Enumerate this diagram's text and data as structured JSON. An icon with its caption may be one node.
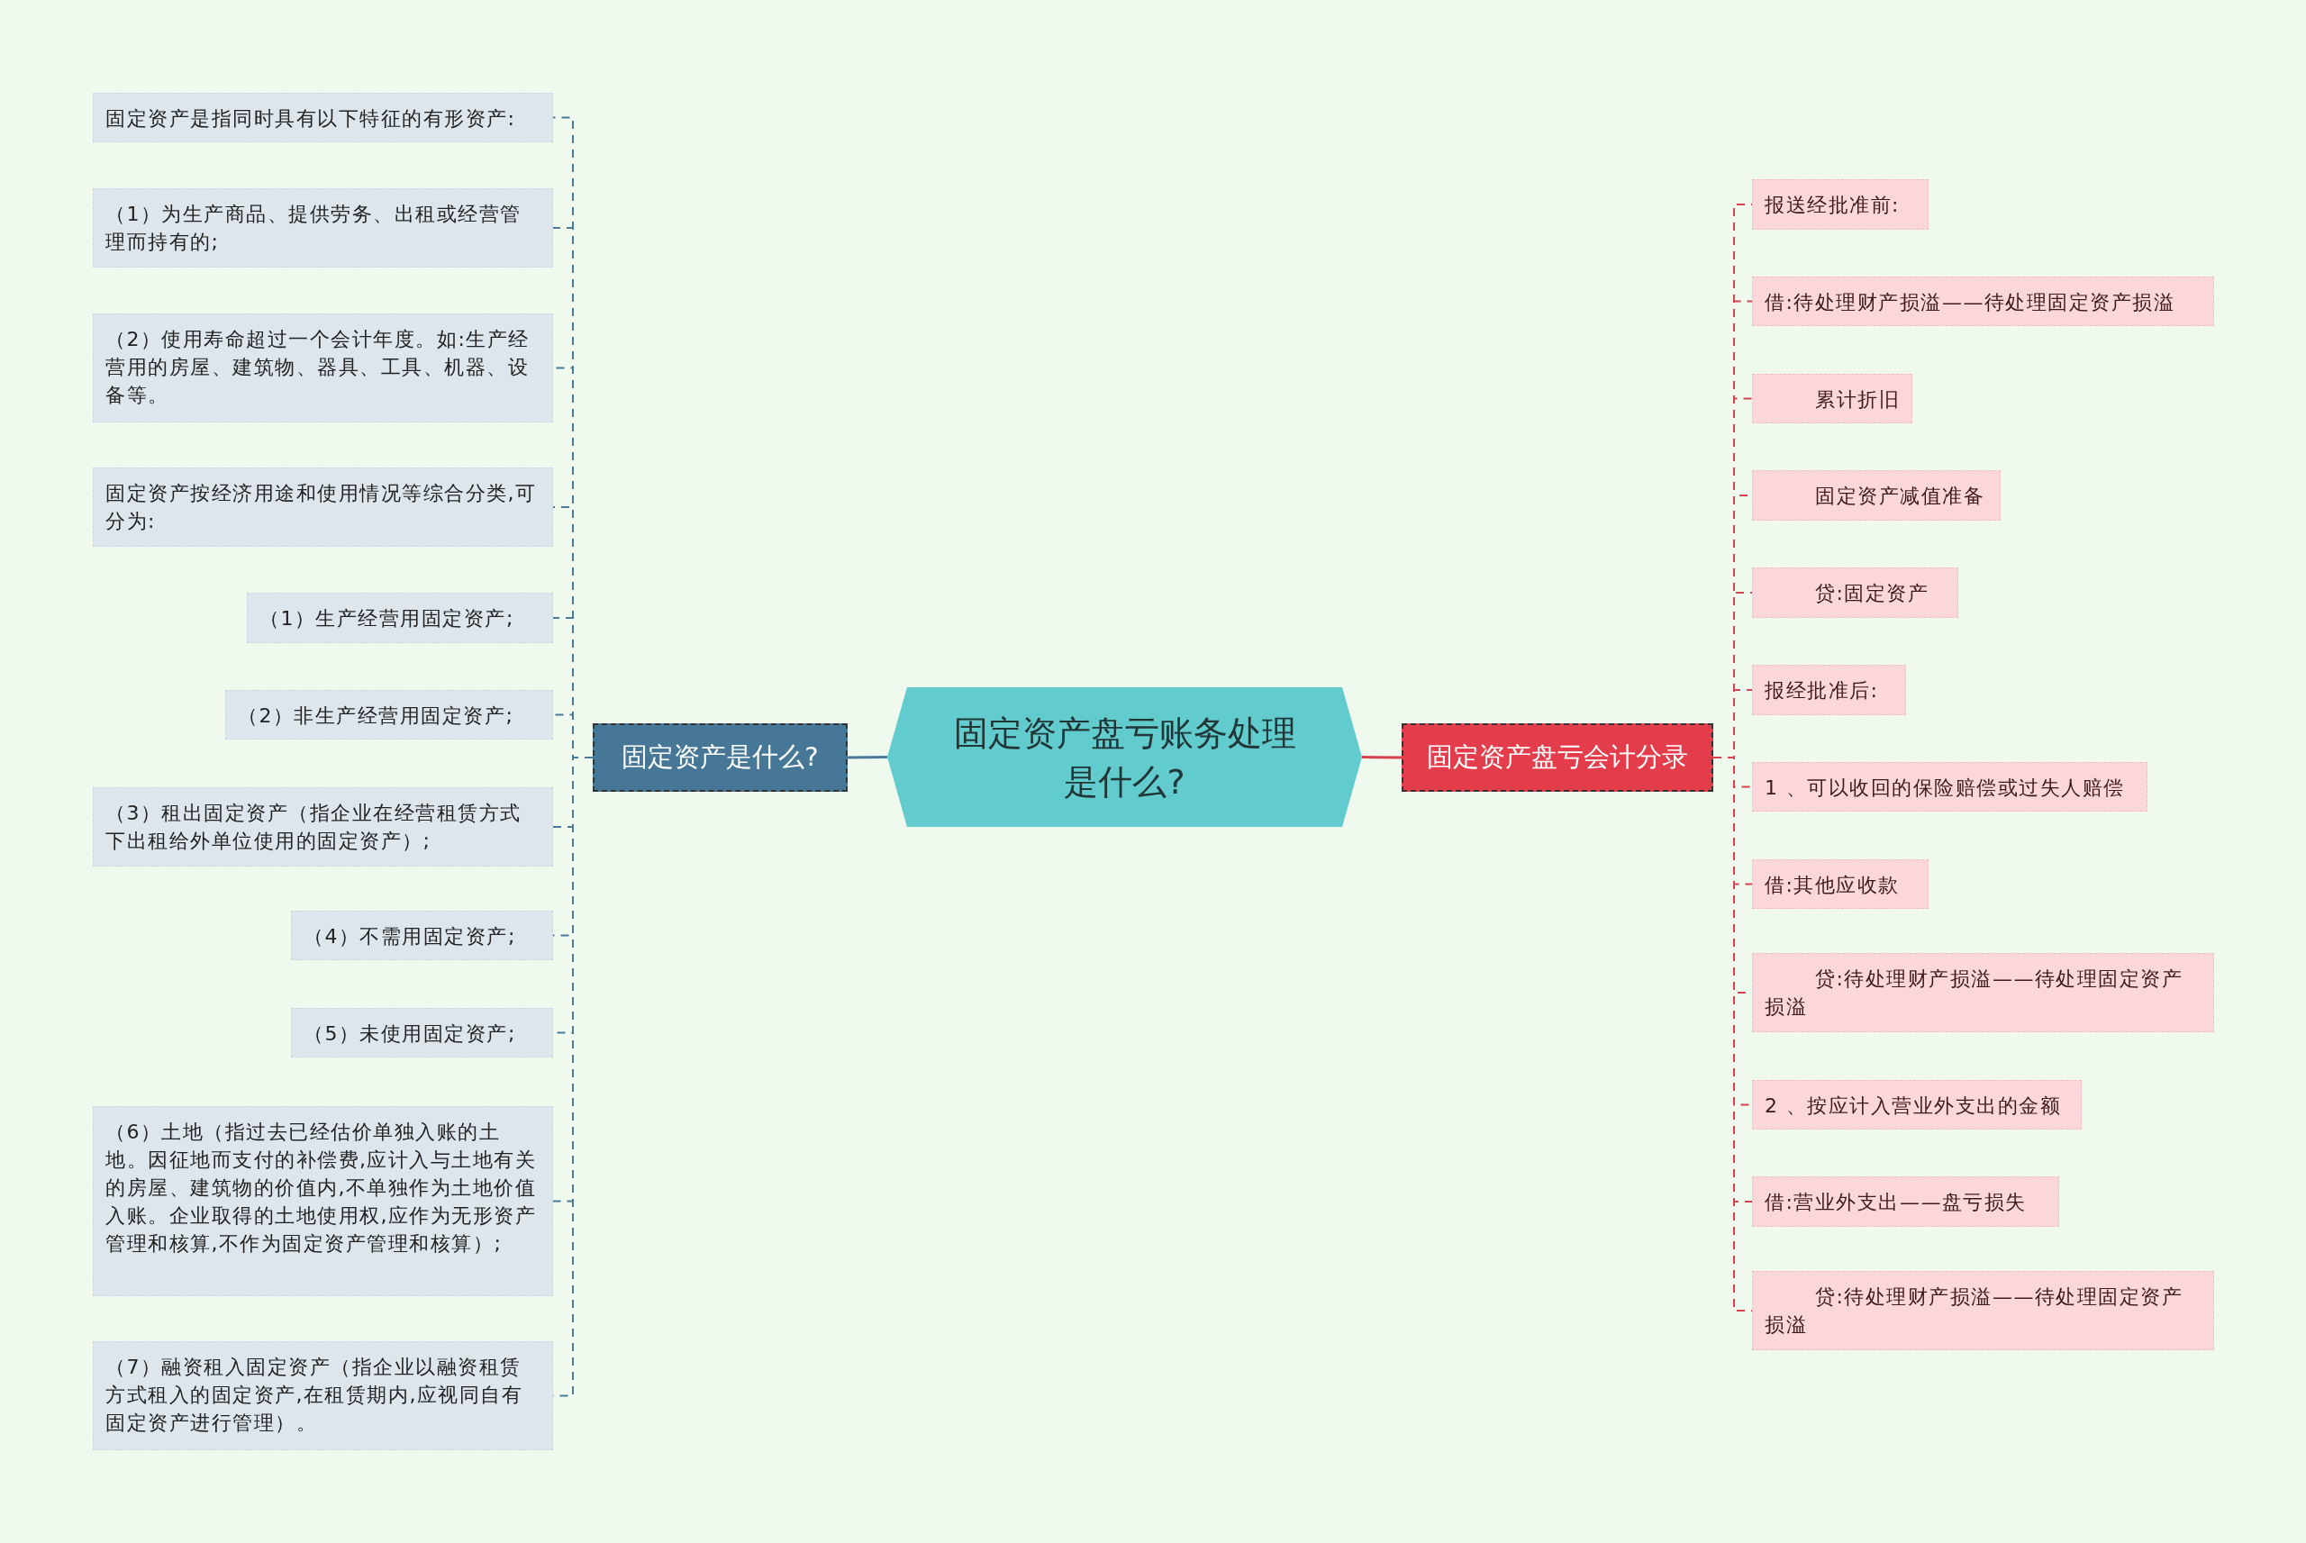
{
  "diagram": {
    "nodes": [
      {
        "text": [
          "固定资产盘亏账务处理是什么?"
        ]
      },
      {
        "text": [
          "固定资产是什么?"
        ]
      },
      {
        "text": [
          "固定资产盘亏会计分录"
        ]
      },
      {
        "text": [
          "固定资产是指同时具有以下特征的有形资产:"
        ]
      },
      {
        "text": [
          "（1）为生产商品、提供劳务、出租或经营管理而持有的;"
        ]
      },
      {
        "text": [
          "（2）使用寿命超过一个会计年度。如:生产经营用的房屋、建筑物、器具、工具、机器、设备等。"
        ]
      },
      {
        "text": [
          "固定资产按经济用途和使用情况等综合分类,可分为:"
        ]
      },
      {
        "text": [
          "（1）生产经营用固定资产;"
        ]
      },
      {
        "text": [
          "（2）非生产经营用固定资产;"
        ]
      },
      {
        "text": [
          "（3）租出固定资产（指企业在经营租赁方式下出租给外单位使用的固定资产）;"
        ]
      },
      {
        "text": [
          "（4）不需用固定资产;"
        ]
      },
      {
        "text": [
          "（5）未使用固定资产;"
        ]
      },
      {
        "text": [
          "（6）土地（指过去已经估价单独入账的土地。因征地而支付的补偿费,应计入与土地有关的房屋、建筑物的价值内,不单独作为土地价值入账。企业取得的土地使用权,应作为无形资产管理和核算,不作为固定资产管理和核算）;"
        ]
      },
      {
        "text": [
          "（7）融资租入固定资产（指企业以融资租赁方式租入的固定资产,在租赁期内,应视同自有固定资产进行管理）。"
        ]
      },
      {
        "text": [
          "报送经批准前:"
        ]
      },
      {
        "text": [
          "借:待处理财产损溢——待处理固定资产损溢"
        ]
      },
      {
        "text": [
          "累计折旧"
        ]
      },
      {
        "text": [
          "固定资产减值准备"
        ]
      },
      {
        "text": [
          "贷:固定资产"
        ]
      },
      {
        "text": [
          "报经批准后:"
        ]
      },
      {
        "text": [
          "1 、可以收回的保险赔偿或过失人赔偿"
        ]
      },
      {
        "text": [
          "借:其他应收款"
        ]
      },
      {
        "text": [
          "贷:待处理财产损溢——待处理固定资产损溢"
        ]
      },
      {
        "text": [
          "2 、按应计入营业外支出的金额"
        ]
      },
      {
        "text": [
          "借:营业外支出——盘亏损失"
        ]
      },
      {
        "text": [
          "贷:待处理财产损溢——待处理固定资产损溢"
        ]
      }
    ],
    "edges": [
      {
        "from": 0,
        "to": 1,
        "arrow": "none",
        "color": "#4a7a9b"
      },
      {
        "from": 0,
        "to": 2,
        "arrow": "none",
        "color": "#d9414f"
      },
      {
        "from": 1,
        "to": 3,
        "arrow": "none",
        "style": "dashed",
        "color": "#4a7a9b"
      },
      {
        "from": 1,
        "to": 4,
        "arrow": "none",
        "style": "dashed",
        "color": "#4a7a9b"
      },
      {
        "from": 1,
        "to": 5,
        "arrow": "none",
        "style": "dashed",
        "color": "#4a7a9b"
      },
      {
        "from": 1,
        "to": 6,
        "arrow": "none",
        "style": "dashed",
        "color": "#4a7a9b"
      },
      {
        "from": 1,
        "to": 7,
        "arrow": "none",
        "style": "dashed",
        "color": "#4a7a9b"
      },
      {
        "from": 1,
        "to": 8,
        "arrow": "none",
        "style": "dashed",
        "color": "#4a7a9b"
      },
      {
        "from": 1,
        "to": 9,
        "arrow": "none",
        "style": "dashed",
        "color": "#4a7a9b"
      },
      {
        "from": 1,
        "to": 10,
        "arrow": "none",
        "style": "dashed",
        "color": "#4a7a9b"
      },
      {
        "from": 1,
        "to": 11,
        "arrow": "none",
        "style": "dashed",
        "color": "#4a7a9b"
      },
      {
        "from": 1,
        "to": 12,
        "arrow": "none",
        "style": "dashed",
        "color": "#4a7a9b"
      },
      {
        "from": 1,
        "to": 13,
        "arrow": "none",
        "style": "dashed",
        "color": "#4a7a9b"
      },
      {
        "from": 2,
        "to": 14,
        "arrow": "none",
        "style": "dashed",
        "color": "#d9414f"
      },
      {
        "from": 2,
        "to": 15,
        "arrow": "none",
        "style": "dashed",
        "color": "#d9414f"
      },
      {
        "from": 2,
        "to": 16,
        "arrow": "none",
        "style": "dashed",
        "color": "#d9414f"
      },
      {
        "from": 2,
        "to": 17,
        "arrow": "none",
        "style": "dashed",
        "color": "#d9414f"
      },
      {
        "from": 2,
        "to": 18,
        "arrow": "none",
        "style": "dashed",
        "color": "#d9414f"
      },
      {
        "from": 2,
        "to": 19,
        "arrow": "none",
        "style": "dashed",
        "color": "#d9414f"
      },
      {
        "from": 2,
        "to": 20,
        "arrow": "none",
        "style": "dashed",
        "color": "#d9414f"
      },
      {
        "from": 2,
        "to": 21,
        "arrow": "none",
        "style": "dashed",
        "color": "#d9414f"
      },
      {
        "from": 2,
        "to": 22,
        "arrow": "none",
        "style": "dashed",
        "color": "#d9414f"
      },
      {
        "from": 2,
        "to": 23,
        "arrow": "none",
        "style": "dashed",
        "color": "#d9414f"
      },
      {
        "from": 2,
        "to": 24,
        "arrow": "none",
        "style": "dashed",
        "color": "#d9414f"
      },
      {
        "from": 2,
        "to": 25,
        "arrow": "none",
        "style": "dashed",
        "color": "#d9414f"
      }
    ]
  }
}
